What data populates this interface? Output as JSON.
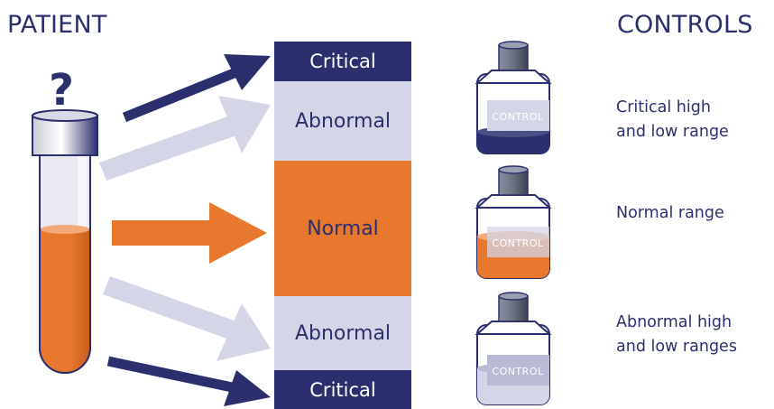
{
  "headings": {
    "patient": "PATIENT",
    "controls": "CONTROLS"
  },
  "tube": {
    "label": "?"
  },
  "ranges": [
    {
      "label": "Critical",
      "kind": "critical"
    },
    {
      "label": "Abnormal",
      "kind": "abnormal"
    },
    {
      "label": "Normal",
      "kind": "normal"
    },
    {
      "label": "Abnormal",
      "kind": "abnormal"
    },
    {
      "label": "Critical",
      "kind": "critical"
    }
  ],
  "controls": [
    {
      "bottle_label": "CONTROL",
      "description": [
        "Critical high",
        "and low range"
      ]
    },
    {
      "bottle_label": "CONTROL",
      "description": [
        "Normal range"
      ]
    },
    {
      "bottle_label": "CONTROL",
      "description": [
        "Abnormal high",
        "and low ranges"
      ]
    }
  ],
  "colors": {
    "navy": "#2b2f6e",
    "lavender": "#d4d5e6",
    "orange": "#e8782e",
    "light_orange": "#f5a878",
    "glass": "#e8e9f2",
    "cap_grey": "#5e6470"
  }
}
